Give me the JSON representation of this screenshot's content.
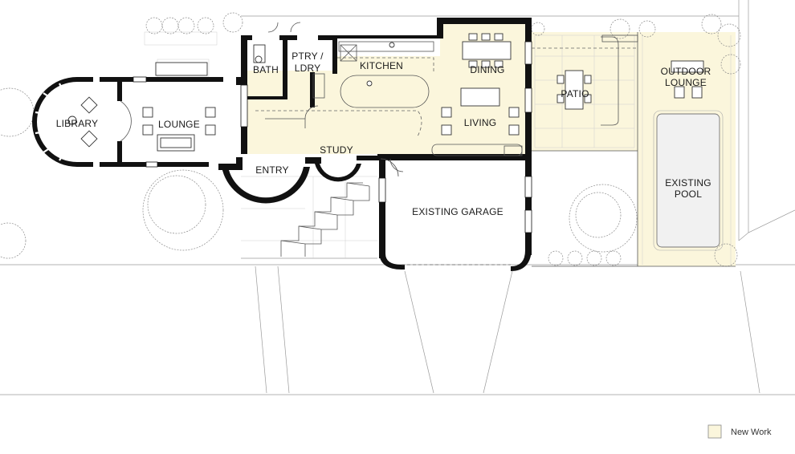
{
  "rooms": {
    "library": "LIBRARY",
    "lounge": "LOUNGE",
    "bath": "BATH",
    "ptry_line1": "PTRY /",
    "ptry_line2": "LDRY",
    "kitchen": "KITCHEN",
    "dining": "DINING",
    "living": "LIVING",
    "study": "STUDY",
    "entry": "ENTRY",
    "patio": "PATIO",
    "outdoor_line1": "OUTDOOR",
    "outdoor_line2": "LOUNGE",
    "pool_line1": "EXISTING",
    "pool_line2": "POOL",
    "garage": "EXISTING GARAGE"
  },
  "legend": {
    "label": "New Work",
    "swatch_color": "#fbf6dc"
  },
  "colors": {
    "new_work": "#fbf6dc",
    "wall": "#111111",
    "pool": "#f1f1f1"
  }
}
